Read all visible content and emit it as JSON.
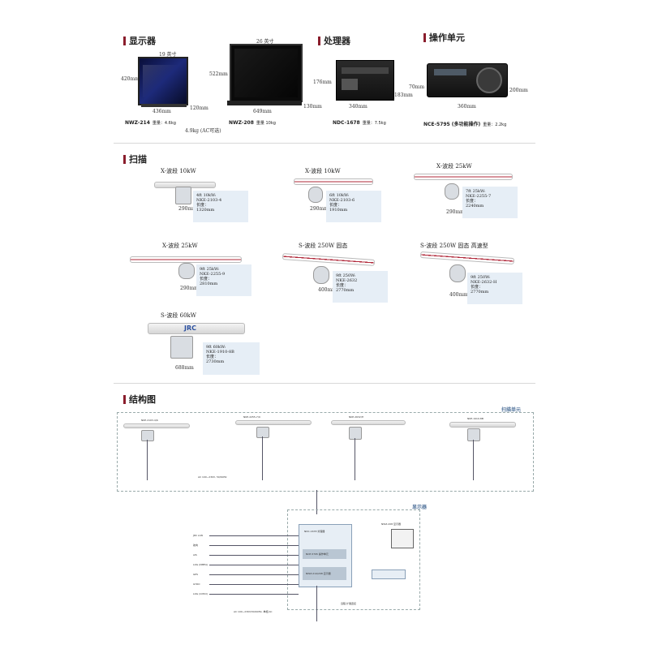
{
  "sections": {
    "display": "显示器",
    "processor": "处理器",
    "control": "操作单元",
    "scanner": "扫描",
    "structure": "结构图"
  },
  "display": {
    "m1": {
      "size": "19 英寸",
      "height": "420mm",
      "width": "436mm",
      "depth": "120mm",
      "model": "NWZ-214",
      "weight": "重量：4.6kg",
      "weight2": "4.9kg (AC可选)"
    },
    "m2": {
      "size": "26 英寸",
      "height": "522mm",
      "width": "649mm",
      "depth": "130mm",
      "model": "NWZ-208",
      "weight": "重量 10kg"
    }
  },
  "processor": {
    "height": "176mm",
    "width": "340mm",
    "depth": "183mm",
    "model": "NDC-1678",
    "weight": "重量：7.5kg"
  },
  "control": {
    "height": "70mm",
    "width": "360mm",
    "depth": "200mm",
    "model": "NCE-5795",
    "mode": "(多功能操作)",
    "weight": "重量：2.2kg"
  },
  "scanners": [
    {
      "band": "X-波段 10kW",
      "spec": "4ft 10kW:",
      "model": "NKE-2103-4",
      "len_label": "长度：",
      "length": "1320mm",
      "dim": "290mm"
    },
    {
      "band": "X-波段 10kW",
      "spec": "6ft 10kW:",
      "model": "NKE-2103-6",
      "len_label": "长度：",
      "length": "1910mm",
      "dim": "290mm"
    },
    {
      "band": "X-波段 25kW",
      "spec": "7ft 25kW:",
      "model": "NKE-2255-7",
      "len_label": "长度：",
      "length": "2240mm",
      "dim": "290mm"
    },
    {
      "band": "X-波段 25kW",
      "spec": "9ft 25kW:",
      "model": "NKE-2255-9",
      "len_label": "长度：",
      "length": "2810mm",
      "dim": "290mm"
    },
    {
      "band": "S-波段 250W 固态",
      "spec": "9ft 250W:",
      "model": "NKE-2632",
      "len_label": "长度：",
      "length": "2770mm",
      "dim": "400mm"
    },
    {
      "band": "S-波段 250W 固态 高速型",
      "spec": "9ft 250W:",
      "model": "NKE-2632-H",
      "len_label": "长度：",
      "length": "2770mm",
      "dim": "400mm"
    },
    {
      "band": "S-波段 60kW",
      "spec": "9ft 60kW:",
      "model": "NKE-1910-8B",
      "len_label": "长度：",
      "length": "2730mm",
      "dim": "688mm",
      "brand": "JRC"
    }
  ],
  "diagram": {
    "scanner_unit": "扫描单元",
    "display_unit": "显示器",
    "labels": {
      "s1": "NKE-2103-4/6",
      "s2": "NKE-2255-7/9",
      "s3": "NKE-2632/H",
      "s4": "NKE-1910-8B",
      "core1": "NDC-1678 处理器",
      "core2": "NCE-5795 操作单元",
      "core3": "NWZ-214/208 显示器",
      "mon": "NWZ-208 显示器",
      "ac": "AC 100~230V, 50/60Hz",
      "lan": "JRC LAN",
      "nav": "航向",
      "ais": "AIS",
      "log": "LOG (NMEA)",
      "gps": "GPS",
      "gyro": "GYRO",
      "gyro2": "LOG (GYRO)",
      "pwr": "AC 100~230V/50/60Hz, 单相 AC",
      "rem": "远程 扩展连接"
    }
  }
}
